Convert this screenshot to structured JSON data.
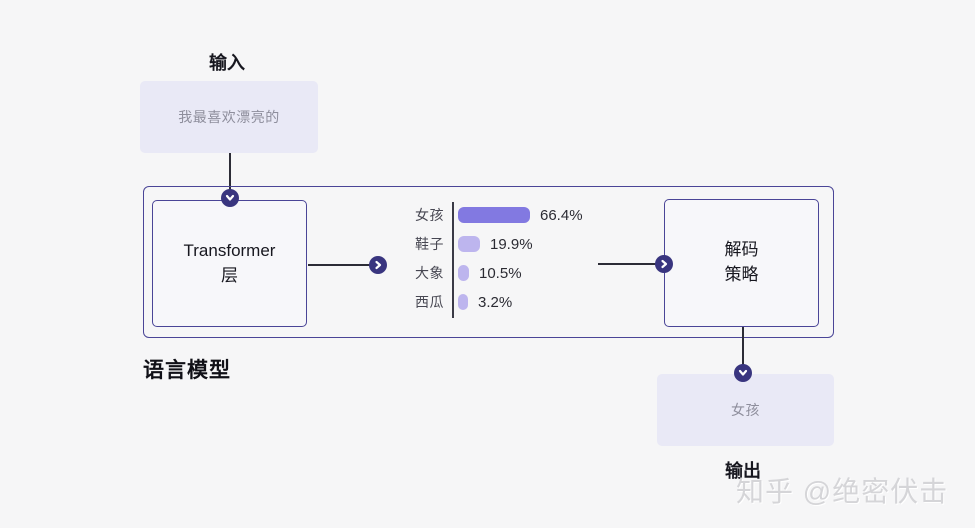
{
  "page": {
    "background": "#f6f6f7",
    "watermark": "知乎 @绝密伏击"
  },
  "colors": {
    "accent_border": "#4a4597",
    "node_circle_fill": "#39357f",
    "connector_line": "#2c2c36",
    "soft_box_fill": "#e9e9f6",
    "muted_text": "#8e8e9c",
    "dark_text": "#17171f",
    "bar_primary": "#8279e1",
    "bar_secondary": "#bdb5ee"
  },
  "diagram": {
    "input_label": "输入",
    "input_box_text": "我最喜欢漂亮的",
    "transformer_box_line1": "Transformer",
    "transformer_box_line2": "层",
    "decode_box_line1": "解码",
    "decode_box_line2": "策略",
    "container_label": "语言模型",
    "output_box_text": "女孩",
    "output_label": "输出"
  },
  "chart_data": {
    "type": "bar",
    "orientation": "horizontal",
    "title": "",
    "categories": [
      "女孩",
      "鞋子",
      "大象",
      "西瓜"
    ],
    "values": [
      66.4,
      19.9,
      10.5,
      3.2
    ],
    "value_labels": [
      "66.4%",
      "19.9%",
      "10.5%",
      "3.2%"
    ],
    "unit": "%",
    "xlim": [
      0,
      70
    ],
    "grid": false,
    "legend": false,
    "highlight_index": 0,
    "bar_color_primary": "#8279e1",
    "bar_color_secondary": "#bdb5ee"
  }
}
